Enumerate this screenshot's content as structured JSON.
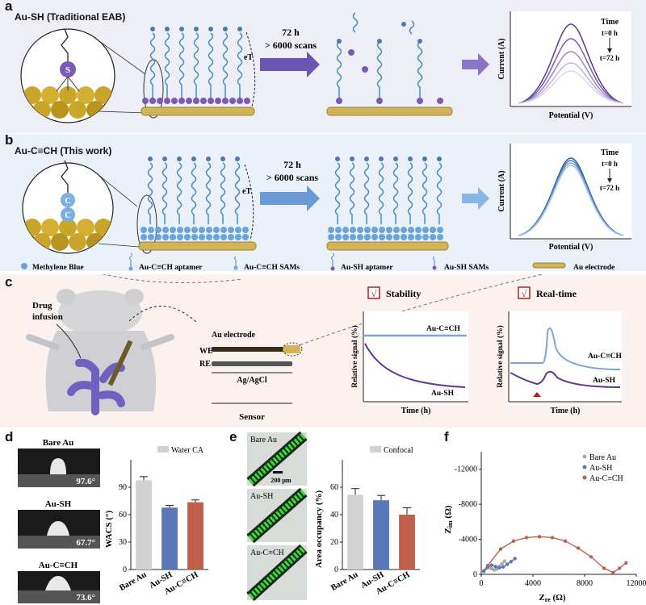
{
  "panel_a": {
    "letter": "a",
    "title": "Au-SH (Traditional EAB)",
    "arrow_line1": "72 h",
    "arrow_line2": "> 6000 scans",
    "et_label": "eT",
    "atom": "S",
    "plot": {
      "time_label": "Time",
      "t0": "t=0 h",
      "t72": "t=72 h",
      "ylabel": "Current (A)",
      "xlabel": "Potential (V)"
    }
  },
  "panel_b": {
    "letter": "b",
    "title": "Au-C≡CH (This work)",
    "arrow_line1": "72 h",
    "arrow_line2": "> 6000 scans",
    "et_label": "eT",
    "atoms": [
      "C",
      "C"
    ],
    "plot": {
      "time_label": "Time",
      "t0": "t=0 h",
      "t72": "t=72 h",
      "ylabel": "Current (A)",
      "xlabel": "Potential (V)"
    },
    "legend": [
      "Methylene Blue",
      "Au-C≡CH aptamer",
      "Au-C≡CH SAMs",
      "Au-SH aptamer",
      "Au-SH SAMs",
      "Au electrode"
    ]
  },
  "panel_c": {
    "letter": "c",
    "drug_infusion": [
      "Drug",
      "infusion"
    ],
    "au_electrode": "Au electrode",
    "we": "WE",
    "re": "RE",
    "agcl": "Ag/AgCl",
    "sensor": "Sensor",
    "stability": {
      "check": "√",
      "title": "Stability",
      "top": "Au-C≡CH",
      "bottom": "Au-SH",
      "ylabel": "Relative signal (%)",
      "xlabel": "Time (h)"
    },
    "realtime": {
      "check": "√",
      "title": "Real-time",
      "top": "Au-C≡CH",
      "bottom": "Au-SH",
      "ylabel": "Relative signal (%)",
      "xlabel": "Time (h)"
    }
  },
  "panel_d": {
    "letter": "d",
    "droplets": [
      {
        "name": "Bare Au",
        "angle": "97.6°"
      },
      {
        "name": "Au-SH",
        "angle": "67.7°"
      },
      {
        "name": "Au-C≡CH",
        "angle": "73.6°"
      }
    ],
    "chart": {
      "legend": "Water CA",
      "ylabel": "WACS (°)",
      "yticks": [
        "0",
        "30",
        "60",
        "90"
      ],
      "categories": [
        "Bare Au",
        "Au-SH",
        "Au-C≡CH"
      ],
      "colors": [
        "#d2d2d2",
        "#5a78b8",
        "#c0604c"
      ]
    }
  },
  "panel_e": {
    "letter": "e",
    "images": [
      "Bare Au",
      "Au-SH",
      "Au-C≡CH"
    ],
    "scale": "200 μm",
    "chart": {
      "legend": "Confocal",
      "ylabel": "Area occupancy (%)",
      "yticks": [
        "0",
        "20",
        "40",
        "60"
      ],
      "categories": [
        "Bare Au",
        "Au-SH",
        "Au-C≡CH"
      ],
      "colors": [
        "#d2d2d2",
        "#5a78b8",
        "#c0604c"
      ]
    }
  },
  "panel_f": {
    "letter": "f",
    "legend": [
      "Bare Au",
      "Au-SH",
      "Au-C≡CH"
    ],
    "colors": [
      "#a8a8a8",
      "#5a78b8",
      "#c0604c"
    ],
    "ylabel": "Z",
    "ylabel_sub": "im",
    "ylabel_unit": " (Ω)",
    "xlabel": "Z",
    "xlabel_sub": "re",
    "xlabel_unit": " (Ω)",
    "yticks": [
      "-12000",
      "-8000",
      "-4000",
      "0"
    ],
    "xticks": [
      "0",
      "4000",
      "8000",
      "12000"
    ]
  },
  "chart_data": [
    {
      "type": "bar",
      "panel": "d",
      "categories": [
        "Bare Au",
        "Au-SH",
        "Au-C≡CH"
      ],
      "series": [
        {
          "name": "Water CA",
          "values": [
            97.6,
            67.7,
            73.6
          ],
          "errors": [
            4,
            2.5,
            2.5
          ]
        }
      ],
      "ylabel": "WACS (°)",
      "ylim": [
        0,
        120
      ]
    },
    {
      "type": "bar",
      "panel": "e",
      "categories": [
        "Bare Au",
        "Au-SH",
        "Au-C≡CH"
      ],
      "series": [
        {
          "name": "Confocal",
          "values": [
            54.5,
            50.5,
            40
          ],
          "errors": [
            4.5,
            3.5,
            5
          ]
        }
      ],
      "ylabel": "Area occupancy (%)",
      "ylim": [
        0,
        80
      ]
    },
    {
      "type": "scatter",
      "panel": "f",
      "xlabel": "Zre (Ω)",
      "ylabel": "Zim (Ω)",
      "xlim": [
        0,
        12000
      ],
      "ylim": [
        -14000,
        0
      ],
      "series": [
        {
          "name": "Bare Au",
          "x": [
            200,
            400,
            600,
            800,
            1000,
            1200,
            1400,
            1600,
            1800
          ],
          "y": [
            -300,
            -650,
            -800,
            -650,
            -500,
            -600,
            -900,
            -1200,
            -1500
          ]
        },
        {
          "name": "Au-SH",
          "x": [
            200,
            500,
            800,
            1100,
            1400,
            1700,
            2000,
            2300,
            2600
          ],
          "y": [
            -400,
            -850,
            -1050,
            -900,
            -750,
            -850,
            -1150,
            -1450,
            -1800
          ]
        },
        {
          "name": "Au-C≡CH",
          "x": [
            500,
            1500,
            2500,
            3500,
            4500,
            5500,
            6500,
            7500,
            8500,
            9500,
            10200,
            10700,
            11200
          ],
          "y": [
            -1000,
            -2900,
            -3800,
            -4200,
            -4300,
            -4200,
            -3800,
            -3000,
            -2000,
            -700,
            -200,
            -700,
            -1300
          ]
        }
      ]
    }
  ]
}
